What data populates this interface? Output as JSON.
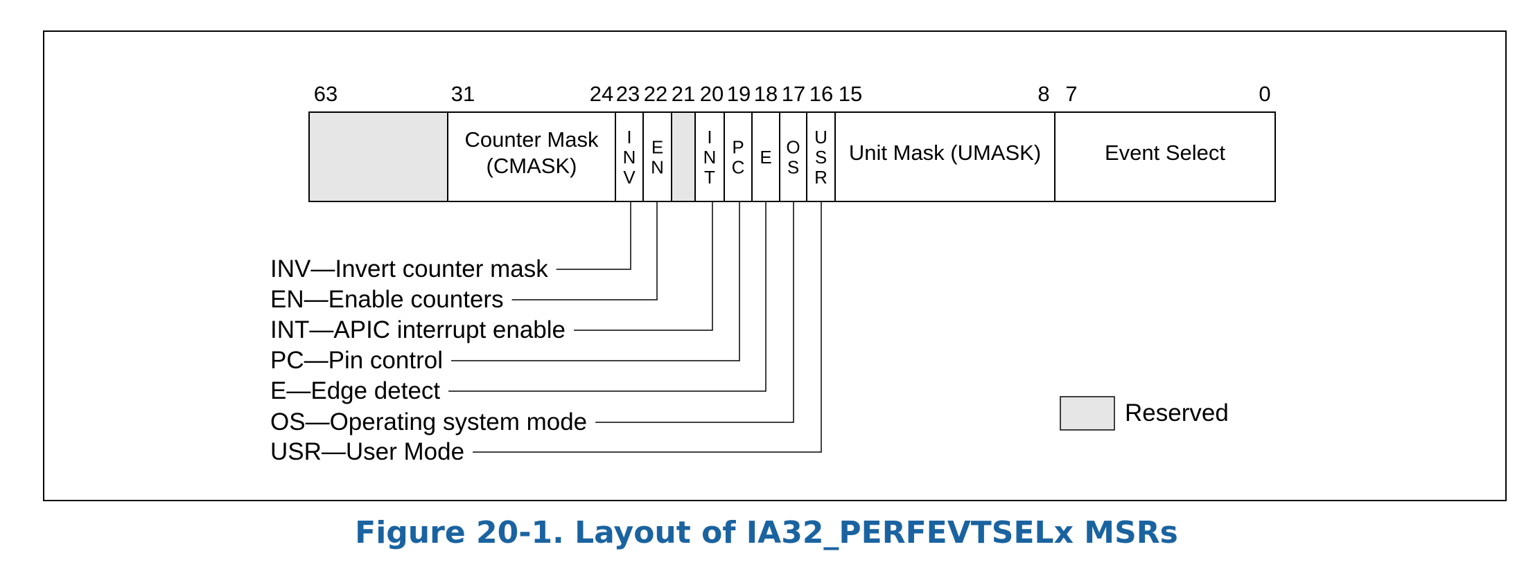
{
  "register": {
    "bit_numbers": [
      "63",
      "31",
      "24",
      "23",
      "22",
      "21",
      "20",
      "19",
      "18",
      "17",
      "16",
      "15",
      "8",
      "7",
      "0"
    ],
    "fields": [
      {
        "id": "reserved-high",
        "reserved": true
      },
      {
        "id": "cmask",
        "lines": [
          "Counter Mask",
          "(CMASK)"
        ]
      },
      {
        "id": "inv",
        "vertical": [
          "I",
          "N",
          "V"
        ]
      },
      {
        "id": "en",
        "vertical": [
          "E",
          "N"
        ]
      },
      {
        "id": "reserved-21",
        "reserved": true
      },
      {
        "id": "int",
        "vertical": [
          "I",
          "N",
          "T"
        ]
      },
      {
        "id": "pc",
        "vertical": [
          "P",
          "C"
        ]
      },
      {
        "id": "e",
        "vertical": [
          "E"
        ]
      },
      {
        "id": "os",
        "vertical": [
          "O",
          "S"
        ]
      },
      {
        "id": "usr",
        "vertical": [
          "U",
          "S",
          "R"
        ]
      },
      {
        "id": "umask",
        "lines": [
          "Unit Mask (UMASK)"
        ]
      },
      {
        "id": "event-select",
        "lines": [
          "Event Select"
        ]
      }
    ]
  },
  "legend_items": [
    {
      "field": "inv",
      "text": "INV—Invert counter mask"
    },
    {
      "field": "en",
      "text": "EN—Enable counters"
    },
    {
      "field": "int",
      "text": "INT—APIC interrupt enable"
    },
    {
      "field": "pc",
      "text": "PC—Pin control"
    },
    {
      "field": "e",
      "text": "E—Edge detect"
    },
    {
      "field": "os",
      "text": "OS—Operating system mode"
    },
    {
      "field": "usr",
      "text": "USR—User Mode"
    }
  ],
  "key": {
    "reserved_label": "Reserved"
  },
  "colors": {
    "reserved_fill": "#e6e6e6",
    "caption": "#1a63a0",
    "line": "#000000"
  },
  "caption": "Figure 20-1.  Layout of IA32_PERFEVTSELx MSRs"
}
